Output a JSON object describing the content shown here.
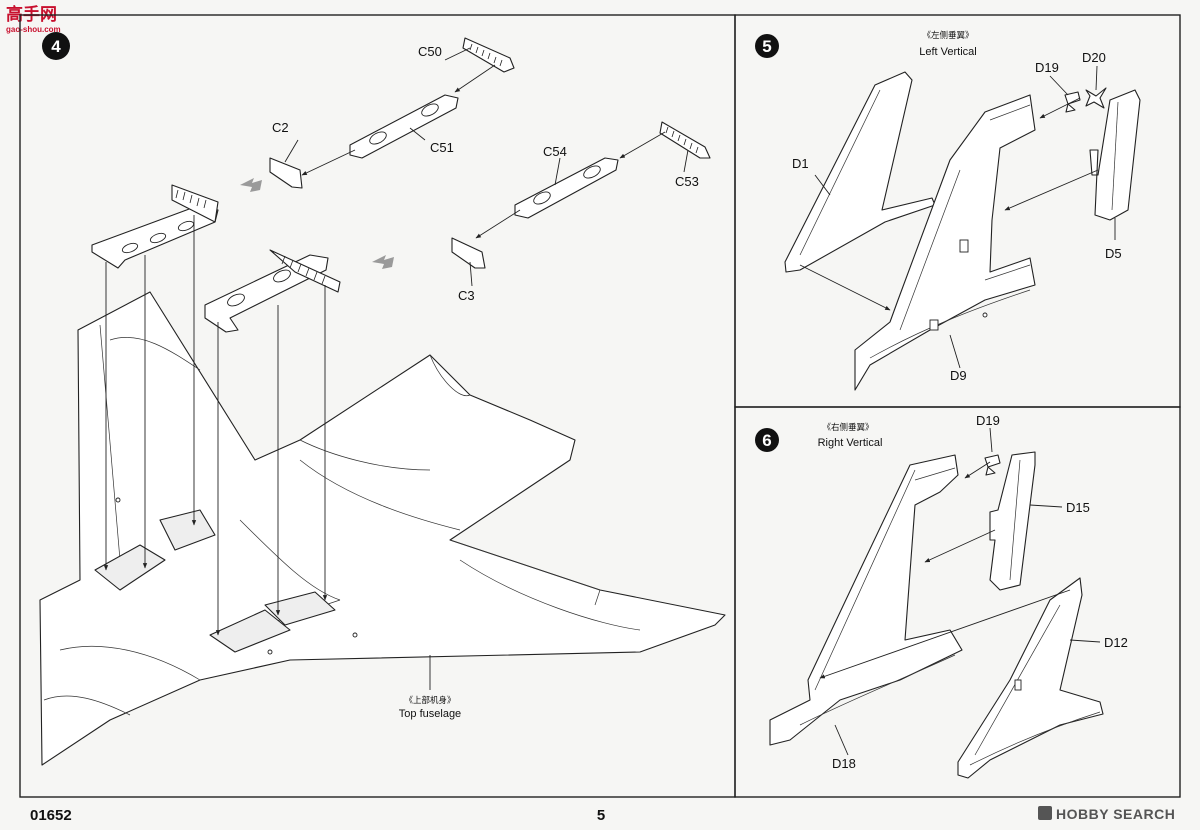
{
  "watermark": {
    "main": "高手网",
    "sub": "gao-shou.com"
  },
  "steps": {
    "step4": {
      "number": "4",
      "labels": {
        "c50": "C50",
        "c2": "C2",
        "c51": "C51",
        "c54": "C54",
        "c53": "C53",
        "c3": "C3"
      },
      "caption_cn": "《上部机身》",
      "caption_en": "Top fuselage"
    },
    "step5": {
      "number": "5",
      "caption_cn": "《左侧垂翼》",
      "caption_en": "Left Vertical",
      "labels": {
        "d19": "D19",
        "d20": "D20",
        "d1": "D1",
        "d5": "D5",
        "d9": "D9"
      }
    },
    "step6": {
      "number": "6",
      "caption_cn": "《右侧垂翼》",
      "caption_en": "Right Vertical",
      "labels": {
        "d19": "D19",
        "d15": "D15",
        "d12": "D12",
        "d18": "D18"
      }
    }
  },
  "footer": {
    "kit_number": "01652",
    "page_number": "5",
    "brand_logo": "HOBBY SEARCH"
  }
}
